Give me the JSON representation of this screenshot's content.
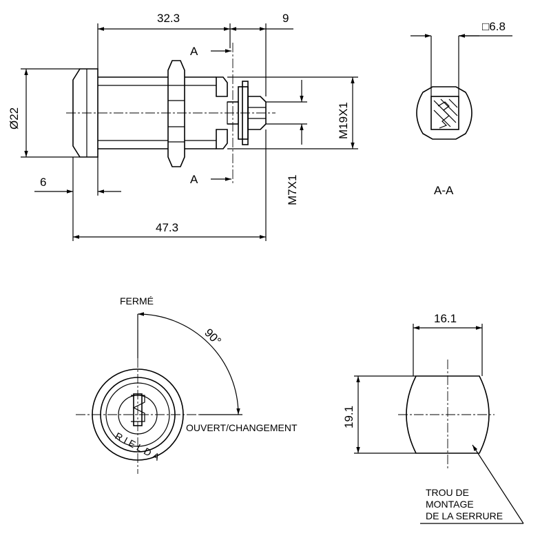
{
  "dimensions": {
    "length_front": "32.3",
    "length_end": "9",
    "total_length": "47.3",
    "diameter": "Ø22",
    "head_thickness": "6",
    "thread_large": "M19X1",
    "thread_small": "M7X1",
    "square": "□6.8",
    "hole_width": "16.1",
    "hole_height": "19.1",
    "rotation": "90°"
  },
  "labels": {
    "section_mark": "A",
    "section_title": "A-A",
    "closed": "FERMÉ",
    "open": "OUVERT/CHANGEMENT",
    "brand": "RIELDA",
    "mounting_hole": [
      "TROU DE",
      "MONTAGE",
      "DE LA SERRURE"
    ]
  }
}
